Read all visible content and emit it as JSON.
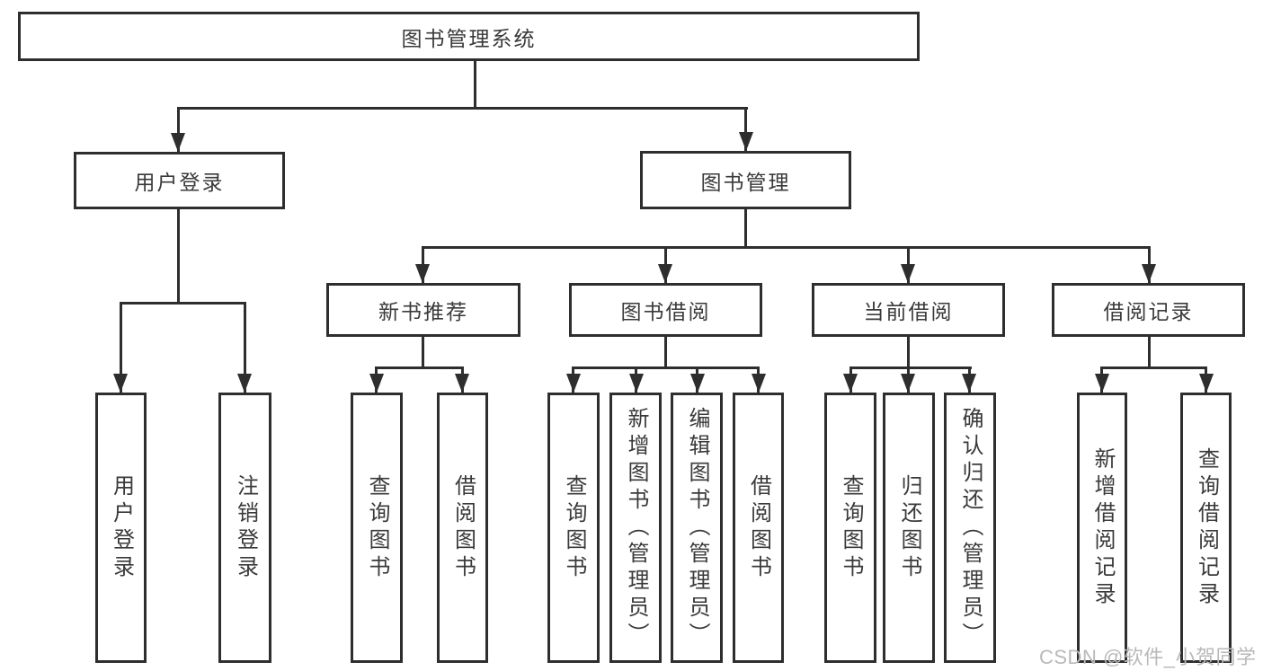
{
  "diagram": {
    "root": {
      "label": "图书管理系统"
    },
    "branches": [
      {
        "label": "用户登录",
        "children": [
          {
            "label": "用户登录"
          },
          {
            "label": "注销登录"
          }
        ]
      },
      {
        "label": "图书管理",
        "children": [
          {
            "label": "新书推荐",
            "children": [
              {
                "label": "查询图书"
              },
              {
                "label": "借阅图书"
              }
            ]
          },
          {
            "label": "图书借阅",
            "children": [
              {
                "label": "查询图书"
              },
              {
                "label": "新增图书（管理员）"
              },
              {
                "label": "编辑图书（管理员）"
              },
              {
                "label": "借阅图书"
              }
            ]
          },
          {
            "label": "当前借阅",
            "children": [
              {
                "label": "查询图书"
              },
              {
                "label": "归还图书"
              },
              {
                "label": "确认归还（管理员）"
              }
            ]
          },
          {
            "label": "借阅记录",
            "children": [
              {
                "label": "新增借阅记录"
              },
              {
                "label": "查询借阅记录"
              }
            ]
          }
        ]
      }
    ],
    "watermark": "CSDN @软件_小贺同学",
    "colors": {
      "line": "#2e2e2e",
      "text": "#3a3a3a",
      "watermark": "#b9b9b9",
      "background": "#ffffff"
    }
  }
}
